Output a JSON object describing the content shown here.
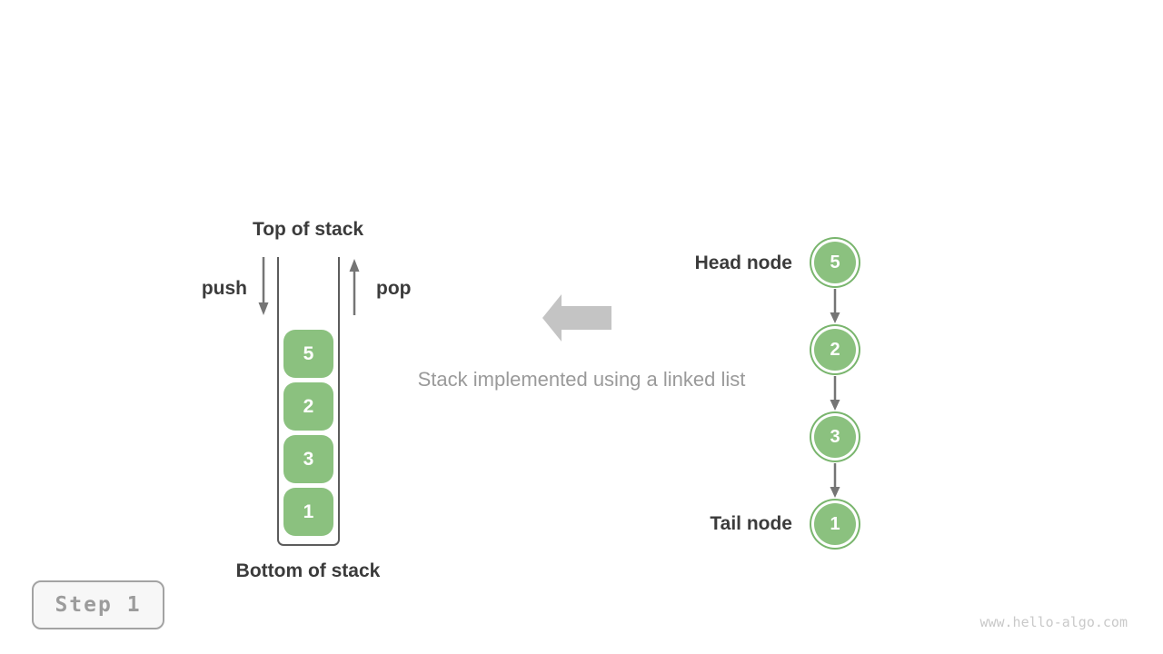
{
  "diagram": {
    "stack": {
      "top_label": "Top of stack",
      "bottom_label": "Bottom of stack",
      "push_label": "push",
      "pop_label": "pop",
      "items": [
        "5",
        "2",
        "3",
        "1"
      ]
    },
    "caption": "Stack implemented using a linked list",
    "linked_list": {
      "head_label": "Head node",
      "tail_label": "Tail node",
      "nodes": [
        "5",
        "2",
        "3",
        "1"
      ]
    },
    "step_badge_label": "Step 1",
    "watermark": "www.hello-algo.com",
    "colors": {
      "node_green": "#8bc17f",
      "node_ring_green": "#79b56d",
      "label_dark": "#3b3b3b",
      "muted_gray": "#9a9a9a",
      "arrow_gray": "#757575",
      "block_arrow_gray": "#c4c4c4",
      "container_outline": "#5c5c5c",
      "badge_border": "#a3a3a3",
      "badge_background": "#f7f7f7",
      "watermark_gray": "#c9c9c9"
    }
  }
}
